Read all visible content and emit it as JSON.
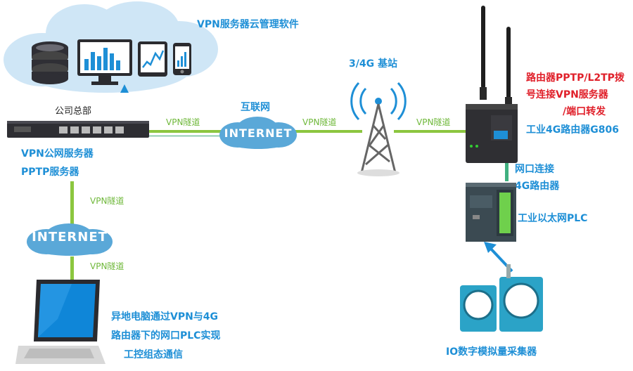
{
  "cloud_software": {
    "title": "VPN服务器云管理软件"
  },
  "hq": {
    "label": "公司总部",
    "server_line1": "VPN公网服务器",
    "server_line2": "PPTP服务器"
  },
  "tunnels": {
    "t1": "VPN隧道",
    "t2": "VPN隧道",
    "t3": "VPN隧道",
    "t4": "VPN隧道",
    "t5": "VPN隧道"
  },
  "internet_top": {
    "label": "互联网",
    "text": "INTERNET"
  },
  "internet_left": {
    "text": "INTERNET"
  },
  "base_station": {
    "label": "3/4G 基站"
  },
  "router": {
    "red_line1": "路由器PPTP/L2TP拨",
    "red_line2": "号连接VPN服务器",
    "red_line3": "/端口转发",
    "model": "工业4G路由器G806"
  },
  "plc_link": {
    "line1": "网口连接",
    "line2": "4G路由器"
  },
  "plc": {
    "label": "工业以太网PLC"
  },
  "io": {
    "label": "IO数字模拟量采集器"
  },
  "laptop": {
    "line1": "异地电脑通过VPN与4G",
    "line2": "路由器下的网口PLC实现",
    "line3": "工控组态通信"
  },
  "colors": {
    "accent_blue": "#1e8fd6",
    "red": "#e0202a",
    "tunnel_green": "#8cc63f",
    "cloud": "#c9e4f5",
    "internet_cloud": "#5aaad8"
  },
  "icons": [
    "database-icon",
    "bar-chart-monitor-icon",
    "tablet-icon",
    "phone-icon",
    "cell-tower-icon",
    "laptop-icon",
    "router-icon",
    "switch-icon",
    "plc-icon",
    "sensor-icon"
  ]
}
